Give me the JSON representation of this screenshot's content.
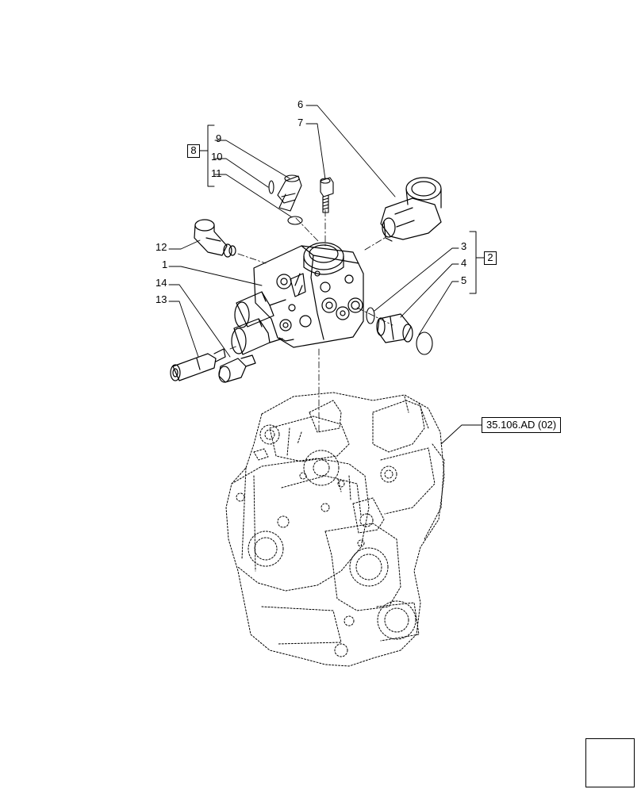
{
  "callouts": {
    "c1": "1",
    "c3": "3",
    "c4": "4",
    "c5": "5",
    "c6": "6",
    "c7": "7",
    "c9": "9",
    "c10": "10",
    "c11": "11",
    "c12": "12",
    "c13": "13",
    "c14": "14"
  },
  "kits": {
    "kit8": "8",
    "kit2": "2"
  },
  "reference": {
    "label": "35.106.AD (02)"
  },
  "icons": {
    "nav": "arrow-next-page-icon"
  }
}
